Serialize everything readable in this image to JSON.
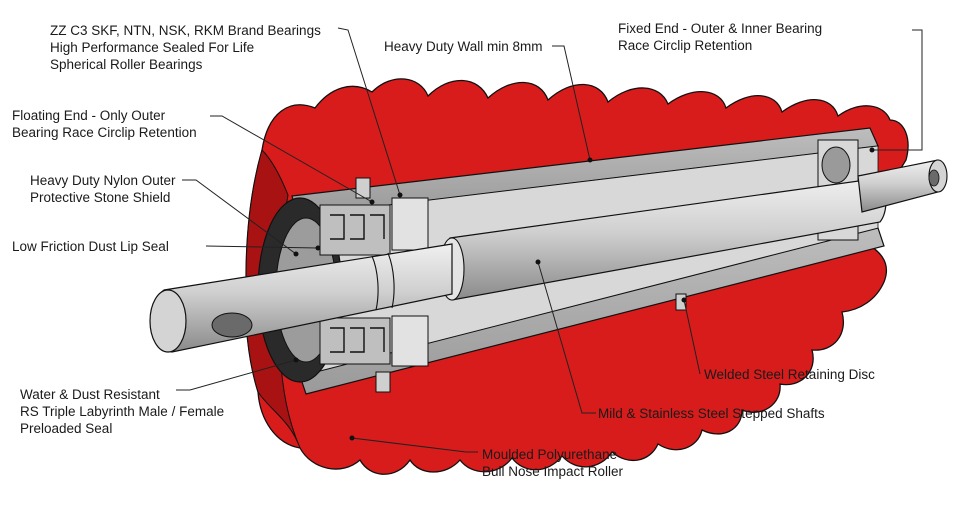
{
  "labels": {
    "bearings": [
      "ZZ C3 SKF, NTN, NSK, RKM Brand Bearings",
      "High Performance Sealed For Life",
      "Spherical Roller Bearings"
    ],
    "wall": [
      "Heavy Duty Wall min 8mm"
    ],
    "fixed_end": [
      "Fixed End - Outer & Inner Bearing",
      "Race Circlip Retention"
    ],
    "floating_end": [
      "Floating End - Only Outer",
      "Bearing Race Circlip Retention"
    ],
    "nylon_shield": [
      "Heavy Duty Nylon Outer",
      "Protective Stone Shield"
    ],
    "dust_seal": [
      "Low Friction Dust Lip Seal"
    ],
    "labyrinth": [
      "Water & Dust Resistant",
      "RS Triple Labyrinth Male / Female",
      "Preloaded Seal"
    ],
    "retaining_disc": [
      "Welded Steel Retaining Disc"
    ],
    "shafts": [
      "Mild & Stainless Steel Stepped Shafts"
    ],
    "roller": [
      "Moulded Polyurethane",
      "Bull Nose Impact Roller"
    ]
  },
  "colors": {
    "polyurethane": "#d81c1c",
    "polyurethane_dark": "#a81212",
    "steel": "#c9c9c9",
    "steel_dark": "#8e8e8e",
    "steel_light": "#e6e6e6",
    "outline": "#111111"
  }
}
